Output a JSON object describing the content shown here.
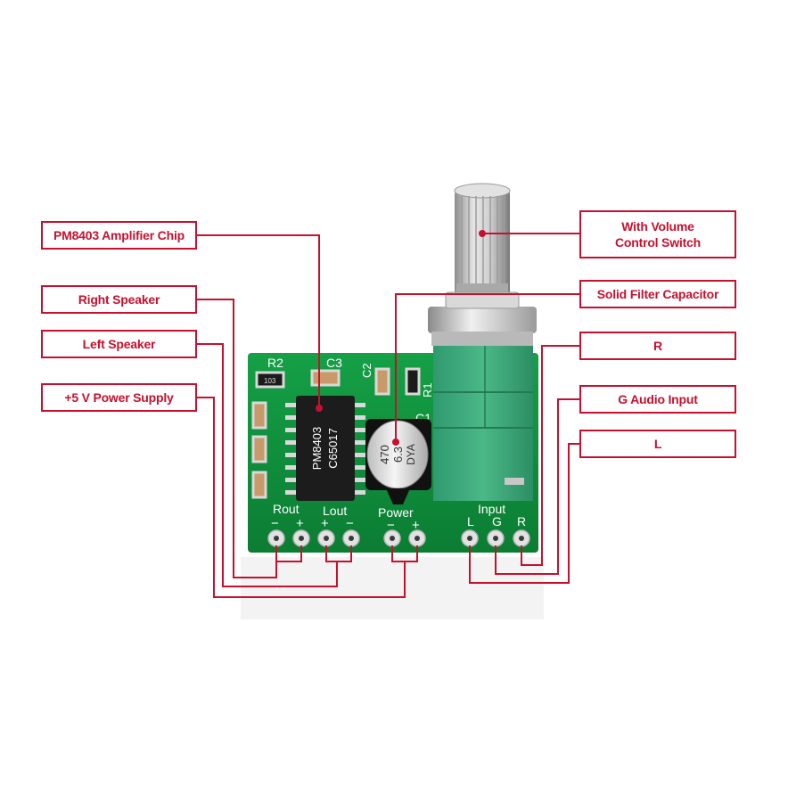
{
  "callouts": {
    "amplifier_chip": "PM8403 Amplifier Chip",
    "right_speaker": "Right Speaker",
    "left_speaker": "Left Speaker",
    "power_supply": "+5 V Power Supply",
    "volume_line1": "With Volume",
    "volume_line2": "Control Switch",
    "capacitor": "Solid Filter Capacitor",
    "input_r": "R",
    "input_g": "G Audio Input",
    "input_l": "L"
  },
  "board_silkscreen": {
    "r2": "R2",
    "c3": "C3",
    "c2": "C2",
    "c1": "C1",
    "r1": "R1",
    "rout": "Rout",
    "lout": "Lout",
    "power": "Power",
    "input": "Input",
    "minus": "−",
    "plus": "+",
    "pin_l": "L",
    "pin_g": "G",
    "pin_r": "R",
    "chip_line1": "PM8403",
    "chip_line2": "C65017",
    "cap_line1": "470",
    "cap_line2": "6.3",
    "cap_line3": "DYA",
    "res_code": "103"
  },
  "colors": {
    "callout_red": "#c8102e",
    "pcb_green": "#0e8a3a",
    "pot_body": "#3aa87a",
    "metal": "#c9c9c9"
  }
}
